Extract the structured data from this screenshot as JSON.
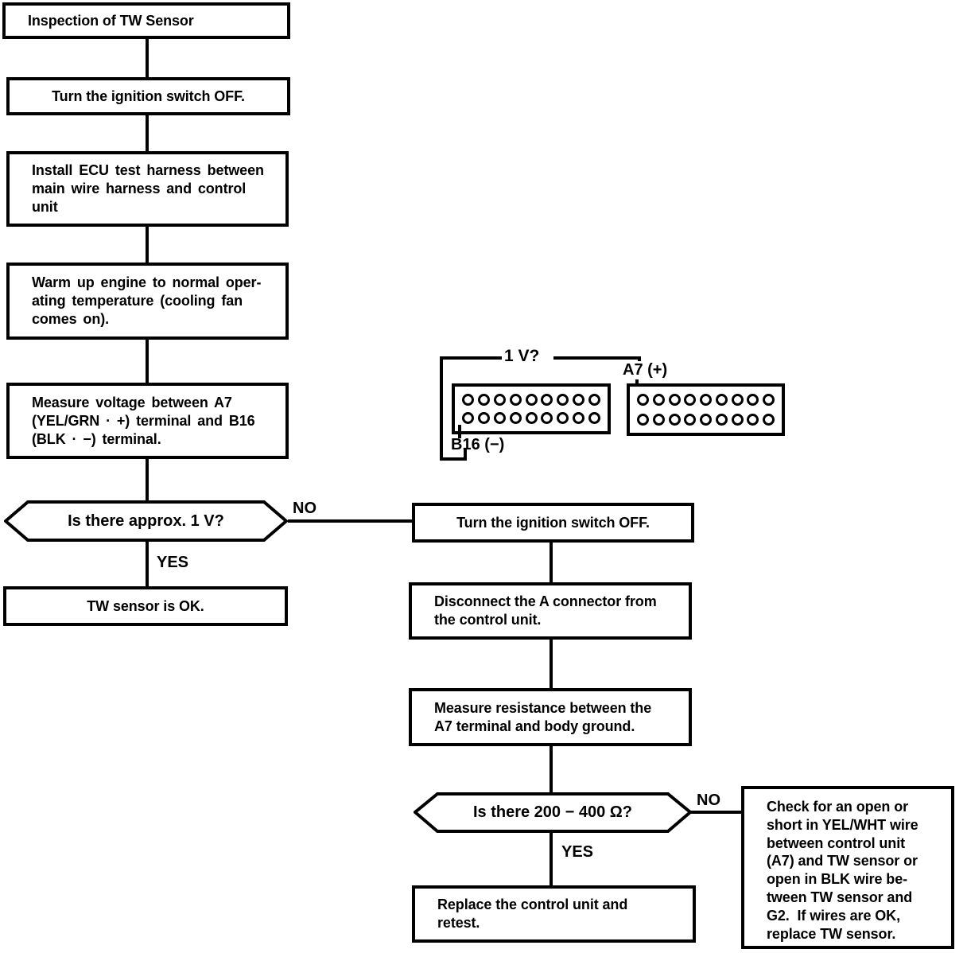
{
  "flowchart": {
    "start": "Inspection of TW Sensor",
    "left": {
      "step_ignition_off": "Turn the ignition switch OFF.",
      "step_install_harness": "Install ECU test harness between\nmain wire harness and control\nunit",
      "step_warm_up": "Warm up engine to normal oper-\nating temperature (cooling fan\ncomes on).",
      "step_measure_voltage": "Measure voltage between A7\n(YEL/GRN · +) terminal and B16\n(BLK · −) terminal.",
      "decision_voltage": "Is there approx. 1 V?",
      "label_no": "NO",
      "label_yes": "YES",
      "result_ok": "TW sensor is OK."
    },
    "right": {
      "step_ignition_off": "Turn the ignition switch OFF.",
      "step_disconnect": "Disconnect the A connector from\nthe control unit.",
      "step_measure_resistance": "Measure resistance between the\nA7 terminal and body ground.",
      "decision_resistance": "Is there 200 − 400 Ω?",
      "label_no": "NO",
      "label_yes": "YES",
      "step_replace": "Replace the control unit and\nretest.",
      "check_wires": "Check for an open or\nshort in YEL/WHT wire\nbetween control unit\n(A7) and TW sensor or\nopen in BLK wire be-\ntween TW sensor and\nG2.  If wires are OK,\nreplace TW sensor."
    },
    "connector_diagram": {
      "measure_label": "1 V?",
      "a7_label": "A7 (+)",
      "b16_label": "B16 (−)",
      "b_connector": {
        "rows": 2,
        "cols": 9
      },
      "a_connector": {
        "rows": 2,
        "cols": 9
      }
    },
    "colors": {
      "line": "#000000",
      "background": "#ffffff"
    }
  }
}
